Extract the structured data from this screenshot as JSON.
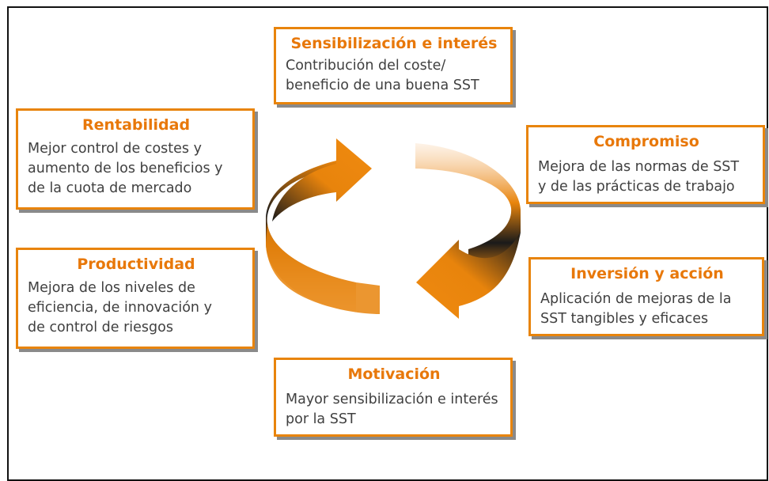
{
  "colors": {
    "accent": "#e8840c",
    "text": "#404040",
    "shadow": "#8a8a8a"
  },
  "icons": [
    "cycle-arrows-icon"
  ],
  "boxes": {
    "sensibilizacion": {
      "title": "Sensibilización e interés",
      "body": "Contribución del coste/\nbeneficio de una buena SST"
    },
    "compromiso": {
      "title": "Compromiso",
      "body": "Mejora de las normas de SST\ny de las prácticas de trabajo"
    },
    "inversion": {
      "title": "Inversión y acción",
      "body": "Aplicación de mejoras de la\nSST tangibles y eficaces"
    },
    "motivacion": {
      "title": "Motivación",
      "body": "Mayor sensibilización e interés\npor la SST"
    },
    "productividad": {
      "title": "Productividad",
      "body": "Mejora de los niveles de\neficiencia, de innovación y\nde control de riesgos"
    },
    "rentabilidad": {
      "title": "Rentabilidad",
      "body": "Mejor control de costes y\naumento de los beneficios y\nde la cuota de mercado"
    }
  }
}
